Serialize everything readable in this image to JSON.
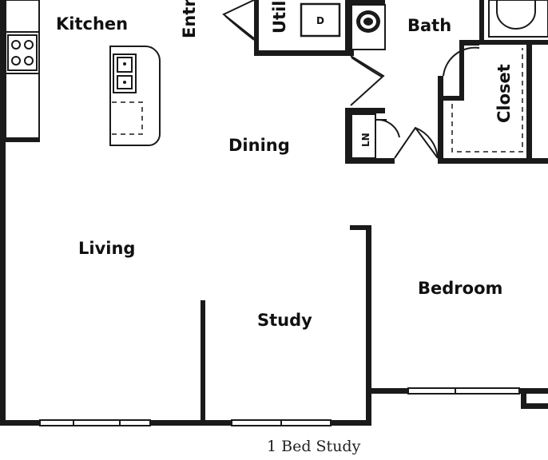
{
  "rooms": {
    "kitchen": "Kitchen",
    "entry": "Entr",
    "utility": "Util",
    "dryer": "D",
    "bath": "Bath",
    "closet": "Closet",
    "linen": "LN",
    "dining": "Dining",
    "living": "Living",
    "study": "Study",
    "bedroom": "Bedroom"
  },
  "caption": "1 Bed Study"
}
